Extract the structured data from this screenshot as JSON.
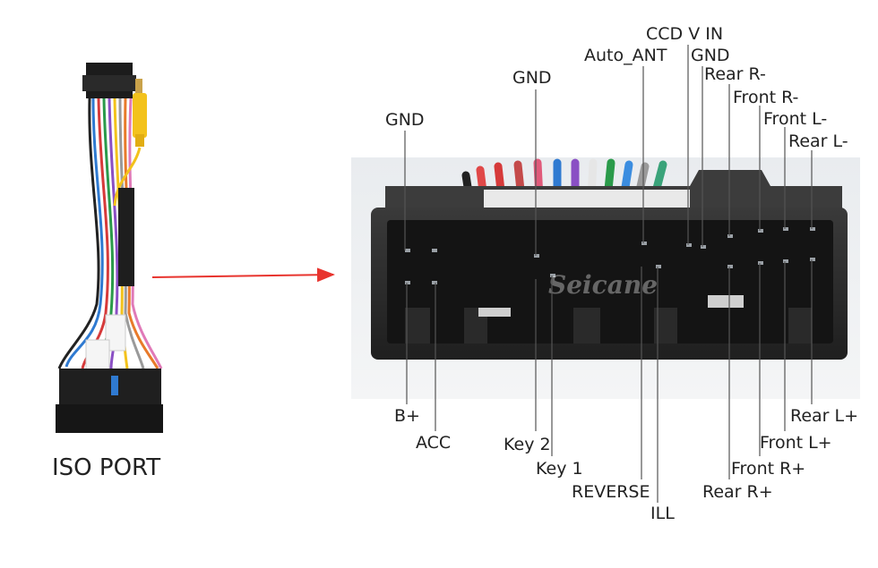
{
  "left": {
    "caption": "ISO PORT"
  },
  "watermark": "Seicane",
  "colors": {
    "arrow": "#e8342e",
    "leader": "#555555",
    "connector": "#2d2d2d",
    "cable_yellow": "#f3c21c"
  },
  "labels": {
    "top": [
      {
        "id": "gnd-left",
        "text": "GND"
      },
      {
        "id": "gnd-mid",
        "text": "GND"
      },
      {
        "id": "auto-ant",
        "text": "Auto_ANT"
      },
      {
        "id": "ccd-v-in",
        "text": "CCD V IN"
      },
      {
        "id": "gnd-right",
        "text": "GND"
      },
      {
        "id": "rear-r-minus",
        "text": "Rear R-"
      },
      {
        "id": "front-r-minus",
        "text": "Front R-"
      },
      {
        "id": "front-l-minus",
        "text": "Front L-"
      },
      {
        "id": "rear-l-minus",
        "text": "Rear L-"
      }
    ],
    "bottom": [
      {
        "id": "b-plus",
        "text": "B+"
      },
      {
        "id": "acc",
        "text": "ACC"
      },
      {
        "id": "key-2",
        "text": "Key 2"
      },
      {
        "id": "key-1",
        "text": "Key 1"
      },
      {
        "id": "reverse",
        "text": "REVERSE"
      },
      {
        "id": "ill",
        "text": "ILL"
      },
      {
        "id": "rear-r-plus",
        "text": "Rear R+"
      },
      {
        "id": "front-r-plus",
        "text": "Front R+"
      },
      {
        "id": "front-l-plus",
        "text": "Front L+"
      },
      {
        "id": "rear-l-plus",
        "text": "Rear L+"
      }
    ]
  }
}
